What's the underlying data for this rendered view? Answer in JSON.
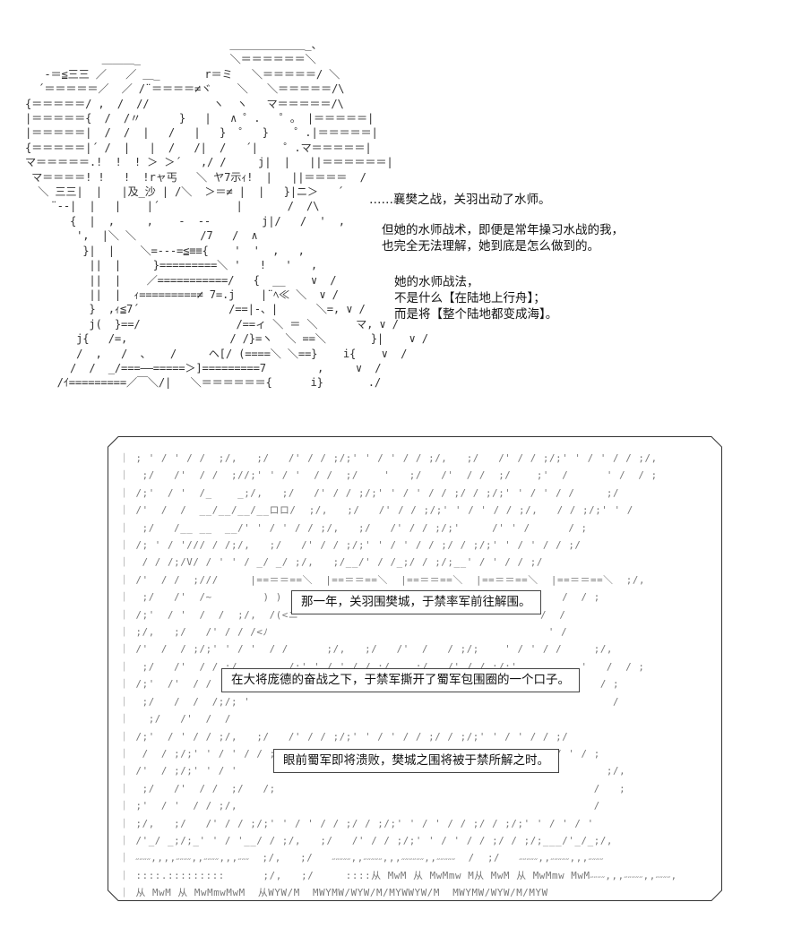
{
  "top_art": "                                ＿＿＿＿＿＿＿_、\n            ＿＿＿_              ＼＝＝＝＝＝＝＼\n   -＝≦三三 ／   ／ ＿_       r＝ミ   ＼＝＝＝＝＝/ ＼\n  ´＝＝＝＝＝／  ／ /¨＝＝＝＝≠ヾ    ＼   ＼＝＝＝＝＝/\\\n{＝＝＝＝＝/ ,  /  //          ヽ  ヽ   マ＝＝＝＝＝/\\\n|＝＝＝＝＝{  /  /〃      }   |   ∧ ゜.   ゜。 |＝＝＝＝＝|\n|＝＝＝＝＝|  /  /  |   /   |   }  ゜  }    ゜.|＝＝＝＝＝|\n{＝＝＝＝＝|´ /  |   |  /   /|  /   ´|    ゜.マ＝＝＝＝＝|\nマ＝＝＝＝＝.!  !  ! ＞ ＞´   ,/ /     j|  |   ||＝＝＝＝＝＝|\n マ＝＝＝＝! !   !  !rャ丐   ＼ ヤ7示ｨ!  |   ||＝＝＝＝  /\n  ＼ 三三|  |   |及_沙 | /＼  ＞＝≠ |  |   }|ニ＞   ´\n    ¨--|  |   |    |´            |       /  /\\\n       {  |  ,     ,    -  --        j|/   /  '  ,\n        ',  |＼ ＼          /7   /  ∧\n         }|  |    ＼=---=≦≡≡{    '  '  ,   ,\n          ||  |     }=========＼ '   !   '   ,\n          ||  |    ／===========/   {  __    ∨  /\n          ||  |  ｨ=========≠ 7=.j    |¨ﾍ≪ ＼  ∨ /\n          }  ,ｨ≦7´              /==|-、|      ＼=, ∨ /\n          j(  }==/               /==ィ ＼ ＝ ＼      マ, ∨ /\n        j{   /=,                / /}=ヽ  ＼ ==＼       }|    ∨ /\n        /  ,   /  、   /     ヘ[/ (====＼ ＼==}    i{    ∨  /\n       /  /  _/===――=====＞]=========7        ,     ∨  /\n     /ｲ=========／￣＼/|   ＼＝＝＝＝＝＝{      i}       ./",
  "narration": [
    "……襄樊之战，关羽出动了水师。",
    "但她的水师战术，即便是常年操习水战的我，\n也完全无法理解，她到底是怎么做到的。",
    "她的水师战法，\n不是什么【在陆地上行舟】；\n而是将【整个陆地都变成海】。"
  ],
  "panel_art": "｜ ; ' / ' / /  ;/,   ;/   /' / / ;/;' ' / ' / / ;/,   ;/   /' / / ;/;' ' / ' / / ;/,\n｜  ;/   /'  / /  ;//;' ' / '  / /  ;/    '   ;/   /'  / /  ;/    ;'  /      ' /  / ;\n｜ /;'  / '  /_    _;/,   ;/   /' / / ;/;' ' / ' / / ;/ / ;/;' ' / ' / /     ;/\n｜ /'  /  /  __/__/__/__ロロ/  ;/,   ;/   /' / / ;/;' ' / ' / / ;/,   / / ;/;' ' /\n｜  ;/   /__ __  __/' ' / ' / / ;/,   ;/   /' / / ;/;'     /' ' /      / ;\n｜ /; ' / '/// / /;/,   ;/   /' / / ;/;' ' / ' / / ;/ / ;/;' ' / ' / / ;/\n｜  / / /;/V/ / ' ' / _/ _/ ;/,   ;/__/' / /_;/ / ;/;__' / ' / / ;/\n｜ /'  / /  ;///     |==＝＝==＼  |==＝＝==＼  |==＝＝==＼  |==＝＝==＼  |==＝＝==＼  ;/,\n｜  ;/   /'  /~        ) )                                        '   /  / ;\n｜ /;'  / '  /  /  ;/,  /(<ニ                                      /  /\n｜ ;/,   ;/   /' / / /<ﾉ                                            ' /\n｜ /'  /  / ;/;' ' / '  / /      ;/,   ;/   /'  /   / ;/;    ' / ' / /     ;/,\n｜  ;/   /'  / / ;/        /;' ' / ' / / ;/,   ;/   /' / / ;/;'          '   /  / ;\n｜ /;'  /'  / /                                                             / ;\n｜  ;/   /  /  /;/; '                                                         /\n｜   ;/   /'  /  /\n｜ /;'  / ' / / ;/,   ;/   /' / / ;/;' ' / ' / / ;/ / ;/;' ' / ' / / ;/\n｜  /  / ;/;' ' / ' / / ;/,   ;/   /' / / ;/;' ' / ' / / ;/ / ;/;' ' / ' / ;\n｜ /'  / ;/;' ' / '                                                          ;/,\n｜  ;/   /'  / /  ;/   /;                                                  /   ;\n｜ ;'  / '  / / ;/,                                                        /\n｜ ;/,   ;/   /' / / ;/;' ' / ' / / ;/ / ;/;' ' / ' / / ;/ / ;/;' ' / ' / '\n｜ /'_/ _;/;_' ' / '__/ / ;/,   ;/   /' / / ;/;' ' / ' / / ;/ / ;/;___/'_/_;/,\n｜ ˶˶˶˶,,,,˶˶˶˶,,˶˶˶˶,,,˶˶˶  ;/,   ;/   ˶˶˶˶˶,,˶˶˶˶˶,,,˶˶˶˶˶˶,,˶˶˶˶˶  /  ;/   ˶˶˶˶˶,,˶˶˶˶˶,,,˶˶˶˶\n｜ ::::.:::::::::      ;/,   ;/     ::::从 MwM 从 MwMmw M从 MwM 从 MwMmw MwM˶˶˶˶,,,˶˶˶˶˶,,˶˶˶˶,\n｜ 从 MwM 从 MwMmwMwM  从WYW/M  MWYMW/WYW/M/MYWWYW/M  MWYMW/WYW/M/MYW",
  "captions": [
    "那一年，关羽围樊城，于禁率军前往解围。",
    "在大将庞德的奋战之下，于禁军撕开了蜀军包围圈的一个口子。",
    "眼前蜀军即将溃败，樊城之围将被于禁所解之时。"
  ]
}
